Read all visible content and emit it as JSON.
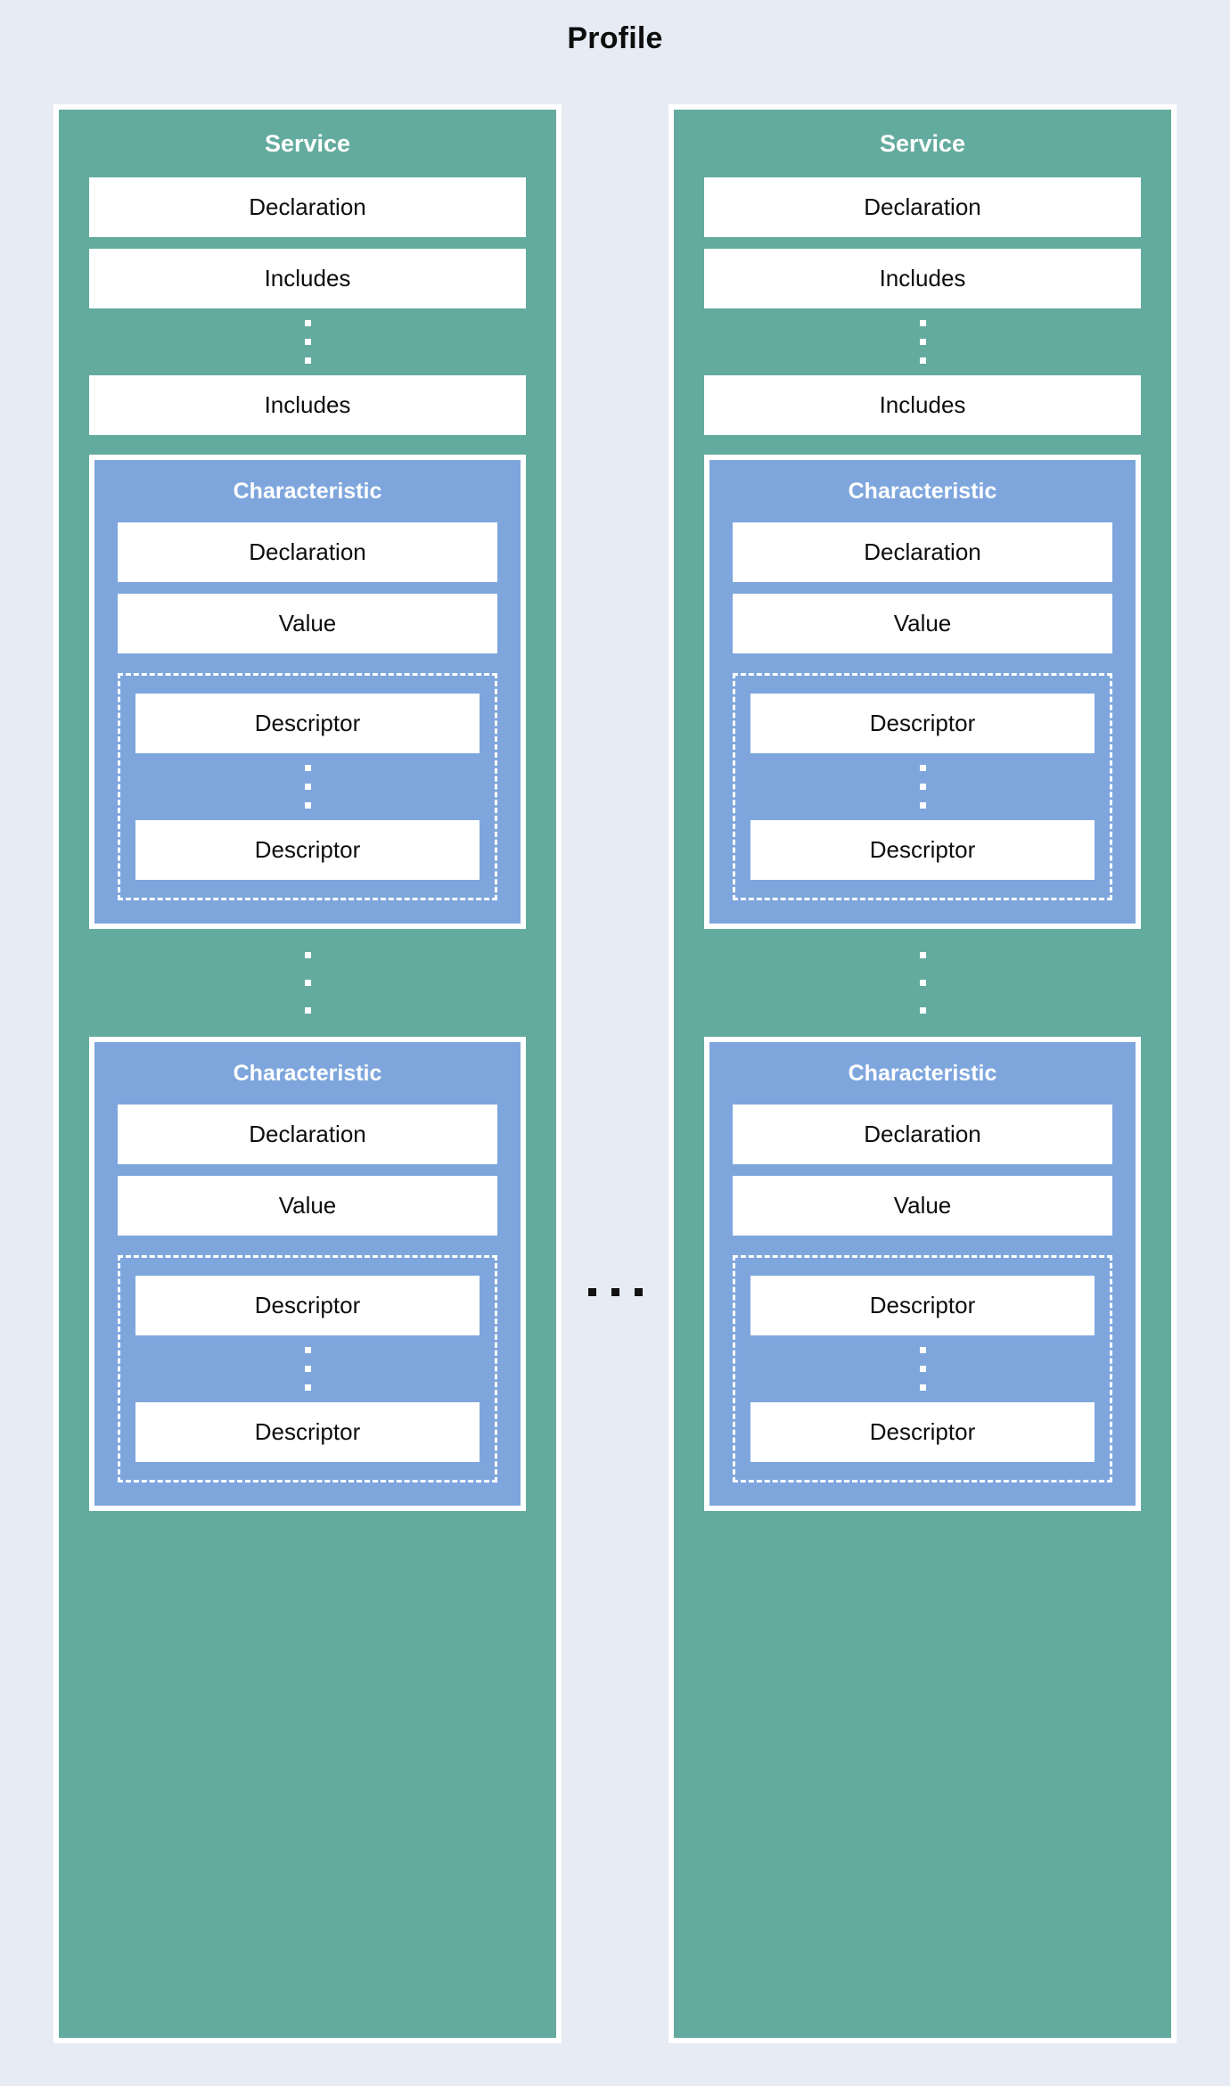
{
  "title": "Profile",
  "colors": {
    "background": "#e6ebf4",
    "service_fill": "#63ab9e",
    "characteristic_fill": "#7ea6dd",
    "box_fill": "#ffffff",
    "border": "#ffffff",
    "text_dark": "#0d0d0d",
    "text_light": "#ffffff",
    "ellipsis_dark": "#121212"
  },
  "labels": {
    "service": "Service",
    "declaration": "Declaration",
    "includes": "Includes",
    "characteristic": "Characteristic",
    "value": "Value",
    "descriptor": "Descriptor",
    "horizontal_ellipsis": "..."
  },
  "columns": [
    {
      "name": "Service",
      "fields": [
        {
          "label": "Declaration"
        },
        {
          "label": "Includes"
        }
      ],
      "fields_ellipsis": true,
      "fields_tail": [
        {
          "label": "Includes"
        }
      ],
      "characteristics": [
        {
          "name": "Characteristic",
          "fields": [
            {
              "label": "Declaration"
            },
            {
              "label": "Value"
            }
          ],
          "descriptors": [
            {
              "label": "Descriptor"
            }
          ],
          "descriptors_ellipsis": true,
          "descriptors_tail": [
            {
              "label": "Descriptor"
            }
          ]
        },
        {
          "name": "Characteristic",
          "fields": [
            {
              "label": "Declaration"
            },
            {
              "label": "Value"
            }
          ],
          "descriptors": [
            {
              "label": "Descriptor"
            }
          ],
          "descriptors_ellipsis": true,
          "descriptors_tail": [
            {
              "label": "Descriptor"
            }
          ]
        }
      ],
      "characteristics_ellipsis": true
    },
    {
      "name": "Service",
      "fields": [
        {
          "label": "Declaration"
        },
        {
          "label": "Includes"
        }
      ],
      "fields_ellipsis": true,
      "fields_tail": [
        {
          "label": "Includes"
        }
      ],
      "characteristics": [
        {
          "name": "Characteristic",
          "fields": [
            {
              "label": "Declaration"
            },
            {
              "label": "Value"
            }
          ],
          "descriptors": [
            {
              "label": "Descriptor"
            }
          ],
          "descriptors_ellipsis": true,
          "descriptors_tail": [
            {
              "label": "Descriptor"
            }
          ]
        },
        {
          "name": "Characteristic",
          "fields": [
            {
              "label": "Declaration"
            },
            {
              "label": "Value"
            }
          ],
          "descriptors": [
            {
              "label": "Descriptor"
            }
          ],
          "descriptors_ellipsis": true,
          "descriptors_tail": [
            {
              "label": "Descriptor"
            }
          ]
        }
      ],
      "characteristics_ellipsis": true
    }
  ]
}
